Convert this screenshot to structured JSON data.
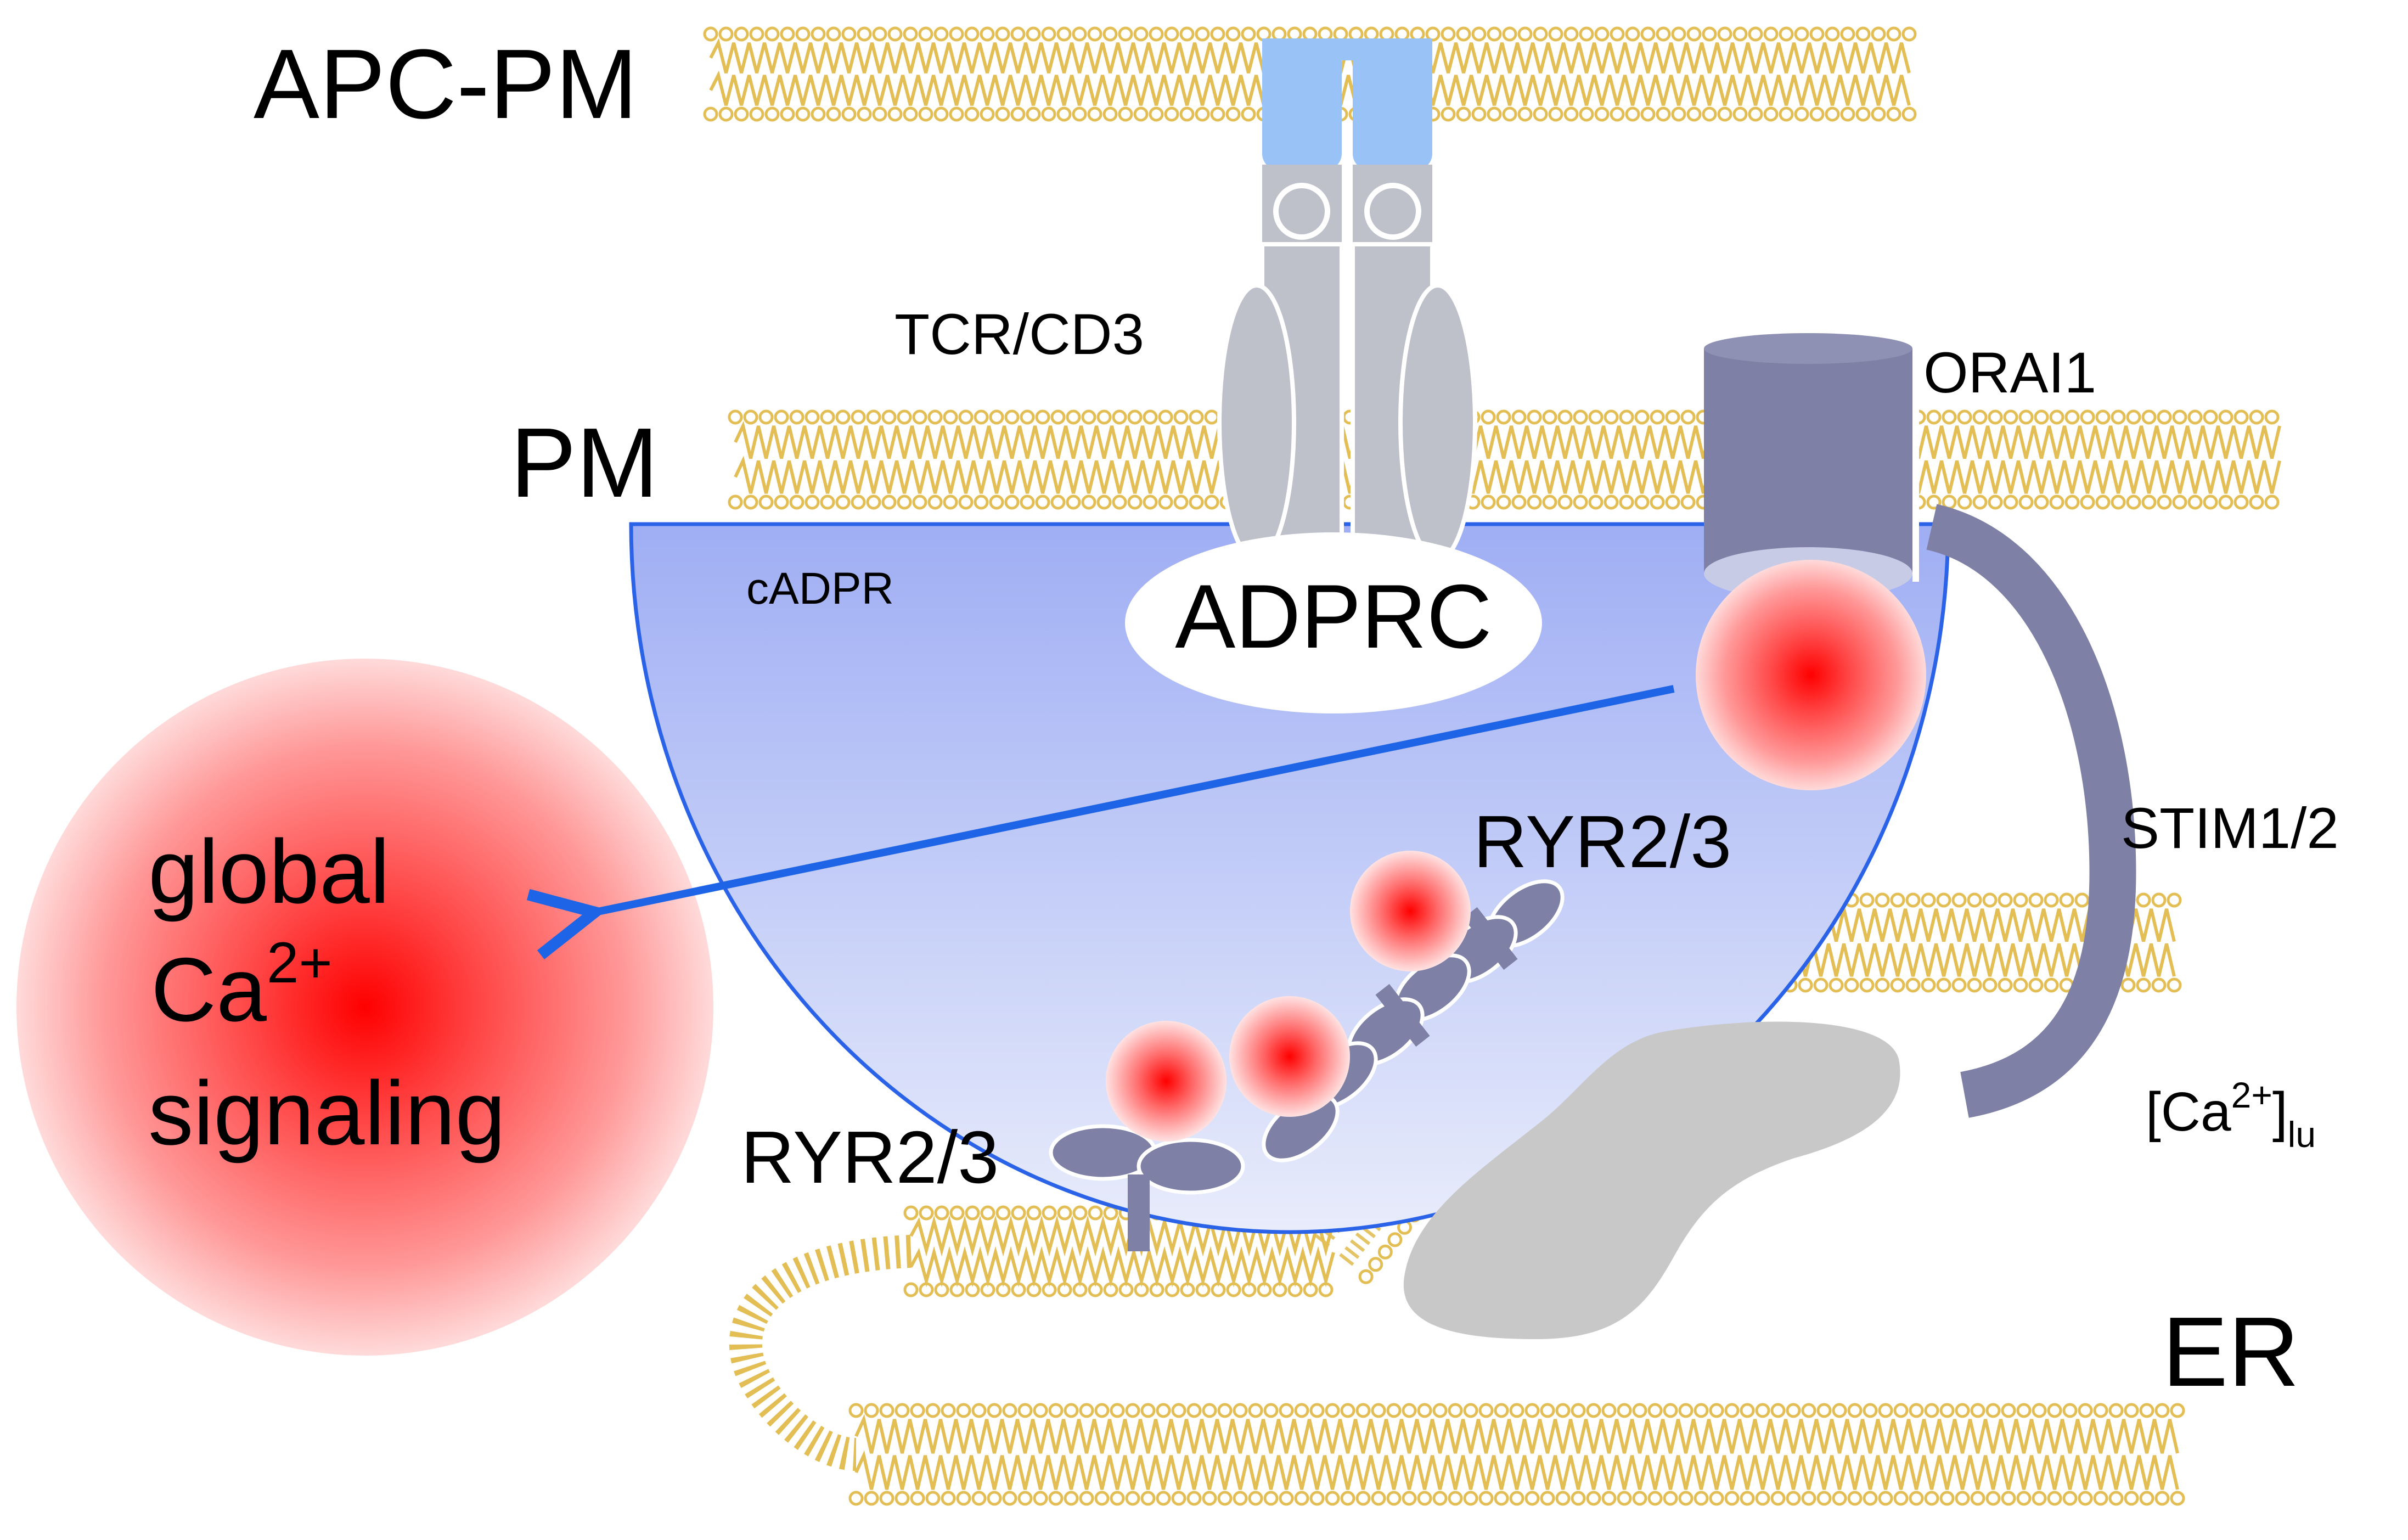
{
  "labels": {
    "apc_pm": "APC-PM",
    "pm": "PM",
    "er": "ER",
    "tcr_cd3": "TCR/CD3",
    "orai1": "ORAI1",
    "cadpr": "cADPR",
    "adprc": "ADPRC",
    "stim": "STIM1/2",
    "ryr_upper": "RYR2/3",
    "ryr_lower": "RYR2/3",
    "ca_lumen_open": "[Ca",
    "ca_lumen_sup": "2+",
    "ca_lumen_close": "]",
    "ca_lumen_sub": "lu",
    "global_line1": "global",
    "global_line2_base": "Ca",
    "global_line2_sup": "2+",
    "global_line3": "signaling"
  },
  "colors": {
    "lipid": "#E3BE55",
    "tcr_gray": "#BEC0CA",
    "tcr_blue": "#99C2F6",
    "orai_stim": "#7E80A6",
    "microdomain_top": "#9FAEF4",
    "microdomain_bottom": "#E6EAFA",
    "calcium_red": "#FF0000",
    "er_lumen_gray": "#C8C8C8",
    "arrow_blue": "#1E64E6"
  }
}
